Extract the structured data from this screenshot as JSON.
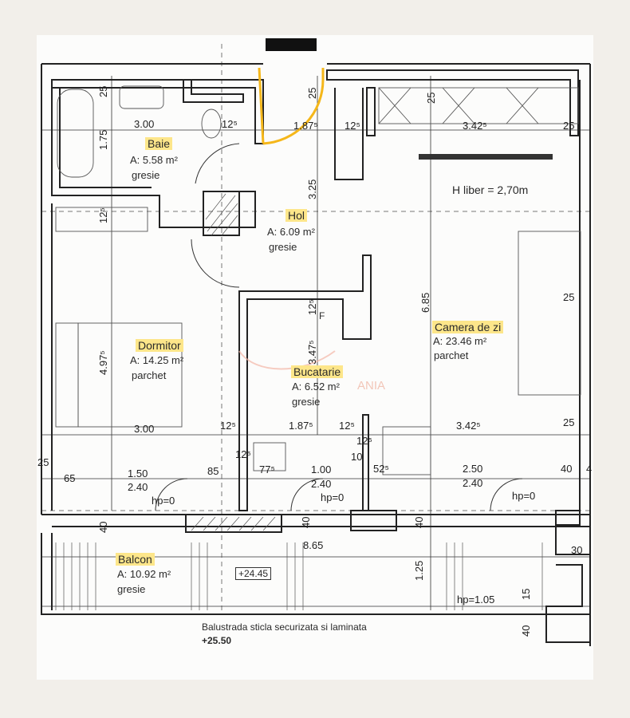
{
  "rooms": {
    "baie": {
      "name": "Baie",
      "area": "A: 5.58 m²",
      "finish": "gresie"
    },
    "hol": {
      "name": "Hol",
      "area": "A: 6.09 m²",
      "finish": "gresie"
    },
    "dormitor": {
      "name": "Dormitor",
      "area": "A: 14.25 m²",
      "finish": "parchet"
    },
    "bucatarie": {
      "name": "Bucatarie",
      "area": "A: 6.52 m²",
      "finish": "gresie"
    },
    "camera": {
      "name": "Camera de zi",
      "area": "A: 23.46 m²",
      "finish": "parchet"
    },
    "balcon": {
      "name": "Balcon",
      "area": "A: 10.92 m²",
      "finish": "gresie"
    }
  },
  "notes": {
    "height": "H liber = 2,70m",
    "railing": "Balustrada sticla securizata si laminata",
    "level_balcony": "+24.45",
    "level_rail": "+25.50",
    "fridge": "F",
    "watermark": "ANIA"
  },
  "dims": {
    "d300a": "3.00",
    "d175": "1.75",
    "d25a": "25",
    "d125a": "12⁵",
    "d1875a": "1.87⁵",
    "d125b": "12⁵",
    "d3425a": "3.42⁵",
    "d25b": "25",
    "d25c": "25",
    "d25d": "25",
    "d125v": "12⁵",
    "d325": "3.25",
    "d685": "6.85",
    "d4975": "4.97⁵",
    "d3475": "3.47⁵",
    "d125f": "12⁵",
    "d25e": "25",
    "d300b": "3.00",
    "d125c": "12⁵",
    "d1875b": "1.87⁵",
    "d125d": "12⁵",
    "d3425b": "3.42⁵",
    "d25f": "25",
    "d125e": "12⁵",
    "d125g": "12⁵",
    "d10": "10",
    "d25g": "25",
    "d65": "65",
    "d150": "1.50",
    "d85": "85",
    "d775": "77⁵",
    "d100": "1.00",
    "d525": "52⁵",
    "d250": "2.50",
    "d40a": "40",
    "d4": "4",
    "d240a": "2.40",
    "d240b": "2.40",
    "d240c": "2.40",
    "hp1": "hp=0",
    "hp2": "hp=0",
    "hp3": "hp=0",
    "hp4": "hp=1.05",
    "d40b": "40",
    "d40c": "40",
    "d40d": "40",
    "d40e": "40",
    "d865": "8.65",
    "d30": "30",
    "d125h": "1.25",
    "d15": "15"
  }
}
